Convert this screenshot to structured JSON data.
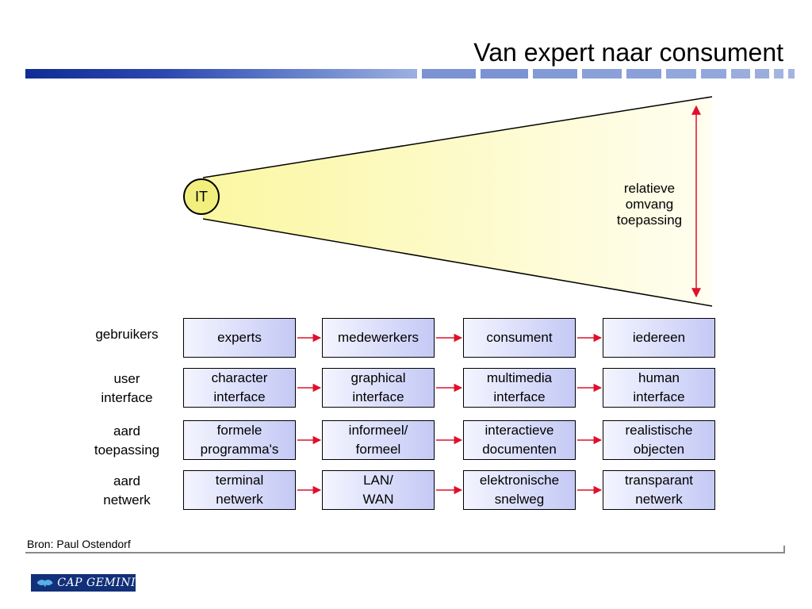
{
  "slide": {
    "title": "Van expert naar consument",
    "source": "Bron: Paul Ostendorf"
  },
  "funnel": {
    "origin_label": "IT",
    "scope_label": "relatieve\nomvang\ntoepassing",
    "fill_color": "#fdfbc4",
    "arrow_color": "#e0102a"
  },
  "rows": [
    {
      "label": "gebruikers",
      "boxes": [
        "experts",
        "medewerkers",
        "consument",
        "iedereen"
      ]
    },
    {
      "label": "user\ninterface",
      "boxes": [
        "character\ninterface",
        "graphical\ninterface",
        "multimedia\ninterface",
        "human\ninterface"
      ]
    },
    {
      "label": "aard\ntoepassing",
      "boxes": [
        "formele\nprogramma's",
        "informeel/\nformeel",
        "interactieve\ndocumenten",
        "realistische\nobjecten"
      ]
    },
    {
      "label": "aard\nnetwerk",
      "boxes": [
        "terminal\nnetwerk",
        "LAN/\nWAN",
        "elektronische\nsnelweg",
        "transparant\nnetwerk"
      ]
    }
  ],
  "logo": {
    "text": "CAP GEMINI"
  },
  "colors": {
    "title_bar_dark": "#1f3a9c",
    "title_bar_light": "#8aa0d8",
    "box_gradient_left": "#f4f5ff",
    "box_gradient_right": "#c4c9f5",
    "connector": "#e0102a"
  }
}
